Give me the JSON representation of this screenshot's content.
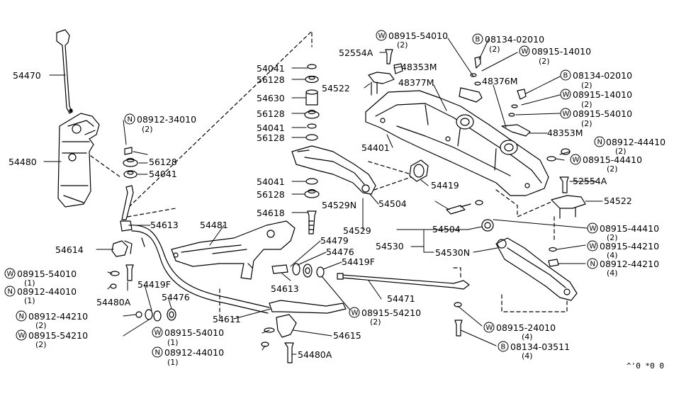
{
  "diagram": {
    "labels": [
      {
        "id": "p54470",
        "text": "54470"
      },
      {
        "id": "p54480",
        "text": "54480"
      },
      {
        "id": "p54613a",
        "text": "54613"
      },
      {
        "id": "p54614",
        "text": "54614"
      },
      {
        "id": "p54481",
        "text": "54481"
      },
      {
        "id": "p54041a",
        "text": "54041"
      },
      {
        "id": "p56128a",
        "text": "56128"
      },
      {
        "id": "p54630",
        "text": "54630"
      },
      {
        "id": "p56128b",
        "text": "56128"
      },
      {
        "id": "p54041b",
        "text": "54041"
      },
      {
        "id": "p56128c",
        "text": "56128"
      },
      {
        "id": "p56128d",
        "text": "56128"
      },
      {
        "id": "p54041c",
        "text": "54041"
      },
      {
        "id": "p54041d",
        "text": "54041"
      },
      {
        "id": "p56128e",
        "text": "56128"
      },
      {
        "id": "p54618",
        "text": "54618"
      },
      {
        "id": "p52554a1",
        "text": "52554A"
      },
      {
        "id": "p48353m1",
        "text": "48353M"
      },
      {
        "id": "p48377m",
        "text": "48377M"
      },
      {
        "id": "p54522a",
        "text": "54522"
      },
      {
        "id": "p48376m",
        "text": "48376M"
      },
      {
        "id": "p48353m2",
        "text": "48353M"
      },
      {
        "id": "p54401",
        "text": "54401"
      },
      {
        "id": "p52554a2",
        "text": "52554A"
      },
      {
        "id": "p54522b",
        "text": "54522"
      },
      {
        "id": "p54529n",
        "text": "54529N"
      },
      {
        "id": "p54504a",
        "text": "54504"
      },
      {
        "id": "p54529",
        "text": "54529"
      },
      {
        "id": "p54419",
        "text": "54419"
      },
      {
        "id": "p54504b",
        "text": "54504"
      },
      {
        "id": "p54530",
        "text": "54530"
      },
      {
        "id": "p54530n",
        "text": "54530N"
      },
      {
        "id": "p54479",
        "text": "54479"
      },
      {
        "id": "p54476a",
        "text": "54476"
      },
      {
        "id": "p54419fa",
        "text": "54419F"
      },
      {
        "id": "p54613b",
        "text": "54613"
      },
      {
        "id": "p54471",
        "text": "54471"
      },
      {
        "id": "p54419fb",
        "text": "54419F"
      },
      {
        "id": "p54476b",
        "text": "54476"
      },
      {
        "id": "p54480a1",
        "text": "54480A"
      },
      {
        "id": "p54611",
        "text": "54611"
      },
      {
        "id": "p54615",
        "text": "54615"
      },
      {
        "id": "p54480a2",
        "text": "54480A"
      }
    ],
    "codes": [
      {
        "id": "c1",
        "letter": "N",
        "text": "08912-34010",
        "qty": "(2)"
      },
      {
        "id": "c2",
        "letter": "W",
        "text": "08915-54010",
        "qty": "(2)"
      },
      {
        "id": "c3",
        "letter": "B",
        "text": "08134-02010",
        "qty": "(2)"
      },
      {
        "id": "c4",
        "letter": "W",
        "text": "08915-14010",
        "qty": "(2)"
      },
      {
        "id": "c5",
        "letter": "B",
        "text": "08134-02010",
        "qty": "(2)"
      },
      {
        "id": "c6",
        "letter": "W",
        "text": "08915-14010",
        "qty": "(2)"
      },
      {
        "id": "c7",
        "letter": "W",
        "text": "08915-54010",
        "qty": "(2)"
      },
      {
        "id": "c8",
        "letter": "N",
        "text": "08912-44410",
        "qty": "(2)"
      },
      {
        "id": "c9",
        "letter": "W",
        "text": "08915-44410",
        "qty": "(2)"
      },
      {
        "id": "c10",
        "letter": "W",
        "text": "08915-44410",
        "qty": "(2)"
      },
      {
        "id": "c11",
        "letter": "W",
        "text": "08915-44210",
        "qty": "(4)"
      },
      {
        "id": "c12",
        "letter": "N",
        "text": "08912-44210",
        "qty": "(4)"
      },
      {
        "id": "c13",
        "letter": "W",
        "text": "08915-24010",
        "qty": "(4)"
      },
      {
        "id": "c14",
        "letter": "B",
        "text": "08134-03511",
        "qty": "(4)"
      },
      {
        "id": "c15",
        "letter": "W",
        "text": "08915-54210",
        "qty": "(2)"
      },
      {
        "id": "c16",
        "letter": "W",
        "text": "08915-54010",
        "qty": "(1)"
      },
      {
        "id": "c17",
        "letter": "N",
        "text": "08912-44010",
        "qty": "(1)"
      },
      {
        "id": "c18",
        "letter": "N",
        "text": "08912-44210",
        "qty": "(2)"
      },
      {
        "id": "c19",
        "letter": "W",
        "text": "08915-54210",
        "qty": "(2)"
      },
      {
        "id": "c20",
        "letter": "W",
        "text": "08915-54010",
        "qty": "(1)"
      },
      {
        "id": "c21",
        "letter": "N",
        "text": "08912-44010",
        "qty": "(1)"
      }
    ],
    "footer_code": "^'0 *0 0"
  }
}
